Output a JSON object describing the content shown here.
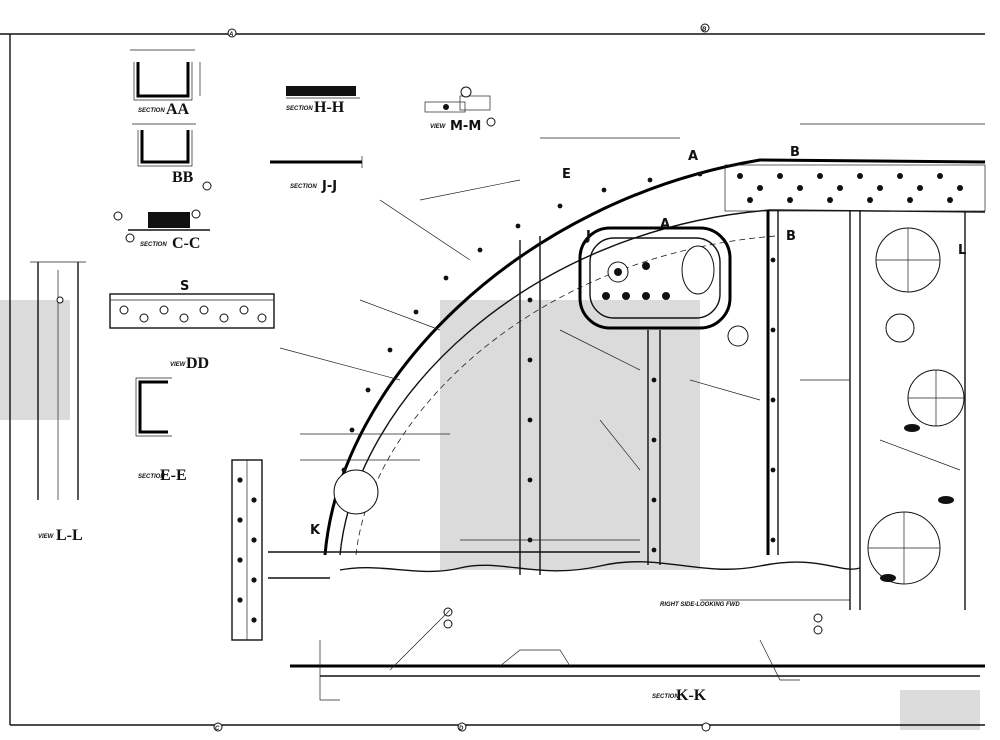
{
  "drawing": {
    "zone_marks": [
      "A",
      "B",
      "C",
      "D"
    ],
    "sections": {
      "aa": {
        "word": "SECTION",
        "letters": "AA"
      },
      "bb": {
        "letters": "BB"
      },
      "cc": {
        "word": "SECTION",
        "letters": "C-C"
      },
      "dd": {
        "word": "VIEW",
        "letters": "DD"
      },
      "ee": {
        "word": "SECTION",
        "letters": "E-E"
      },
      "hh": {
        "word": "SECTION",
        "letters": "H-H"
      },
      "jj": {
        "word": "SECTION",
        "letters": "J-J"
      },
      "kk": {
        "word": "SECTION",
        "letters": "K-K"
      },
      "ll": {
        "word": "VIEW",
        "letters": "L-L"
      },
      "mm": {
        "word": "VIEW",
        "letters": "M-M"
      }
    },
    "callouts": {
      "k_left": "K",
      "e_top": "E",
      "a_upper": "A",
      "a_lower": "A",
      "b_upper": "B",
      "b_lower": "B",
      "l_right": "L",
      "j_mid": "J",
      "s_label": "S"
    },
    "notes": {
      "right_side": "RIGHT SIDE-LOOKING FWD"
    }
  }
}
